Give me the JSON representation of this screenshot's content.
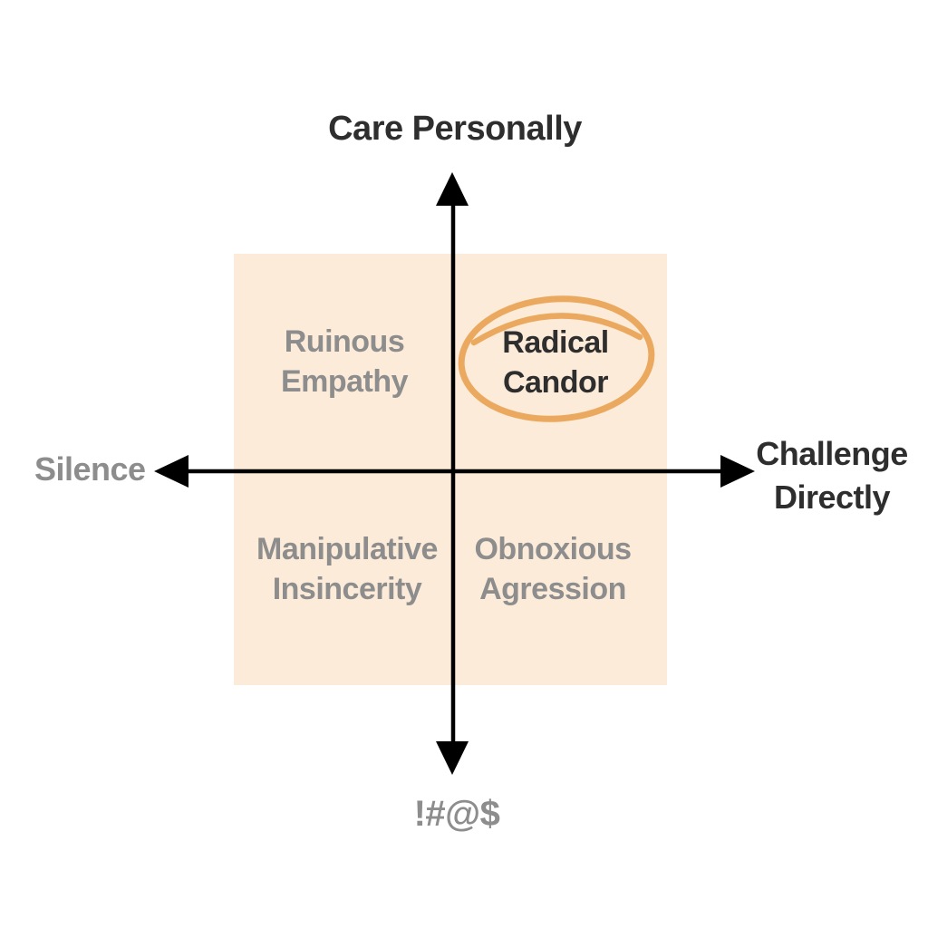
{
  "diagram": {
    "type": "quadrant-matrix",
    "axes": {
      "top_label": "Care Personally",
      "left_label": "Silence",
      "right_label_line1": "Challenge",
      "right_label_line2": "Directly",
      "bottom_label": "!#@$"
    },
    "quadrants": {
      "top_left": {
        "line1": "Ruinous",
        "line2": "Empathy",
        "highlighted": false
      },
      "top_right": {
        "line1": "Radical",
        "line2": "Candor",
        "highlighted": true
      },
      "bottom_left": {
        "line1": "Manipulative",
        "line2": "Insincerity",
        "highlighted": false
      },
      "bottom_right": {
        "line1": "Obnoxious",
        "line2": "Agression",
        "highlighted": false
      }
    },
    "colors": {
      "background": "#ffffff",
      "quadrant_fill": "#fcebd8",
      "axis_color": "#000000",
      "primary_text": "#2e2e2e",
      "muted_text": "#8d8d8d",
      "highlight_ring": "#eaa95f"
    }
  }
}
